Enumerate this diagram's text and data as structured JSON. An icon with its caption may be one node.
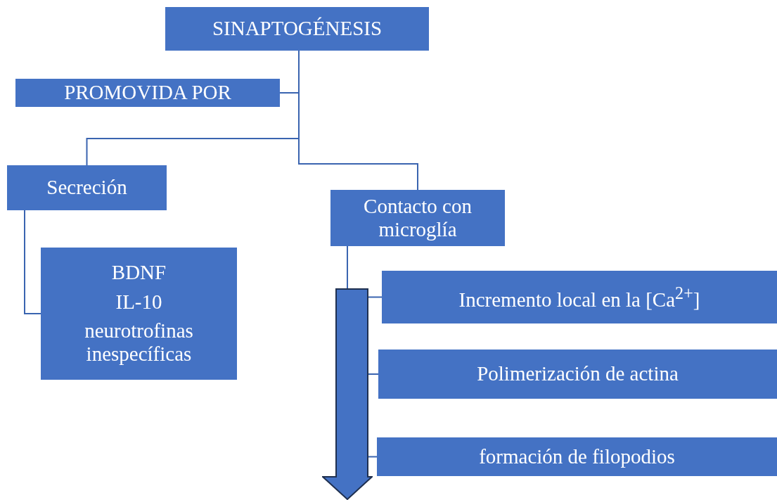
{
  "diagram": {
    "nodes": [
      {
        "text": [
          "SINAPTOGÉNESIS"
        ]
      },
      {
        "text": [
          "PROMOVIDA POR"
        ]
      },
      {
        "text": [
          "Secreción"
        ]
      },
      {
        "text": [
          "Contacto con microglía"
        ]
      },
      {
        "text": [
          "BDNF",
          "IL-10",
          "neurotrofinas inespecíficas"
        ]
      },
      {
        "text": [],
        "shape": "arrow"
      },
      {
        "text": [
          "Incremento local en la [Ca$^{2+}$]"
        ]
      },
      {
        "text": [
          "Polimerización de actina"
        ]
      },
      {
        "text": [
          "formación de filopodios"
        ]
      }
    ],
    "edges": [
      {
        "from": 0,
        "to": 1,
        "arrow": "none"
      },
      {
        "from": 0,
        "to": 2,
        "arrow": "none"
      },
      {
        "from": 0,
        "to": 3,
        "arrow": "none"
      },
      {
        "from": 2,
        "to": 4,
        "arrow": "none"
      },
      {
        "from": 3,
        "to": 5,
        "arrow": "none"
      },
      {
        "from": 5,
        "to": 6,
        "arrow": "none"
      },
      {
        "from": 5,
        "to": 7,
        "arrow": "none"
      },
      {
        "from": 5,
        "to": 8,
        "arrow": "none"
      }
    ]
  }
}
